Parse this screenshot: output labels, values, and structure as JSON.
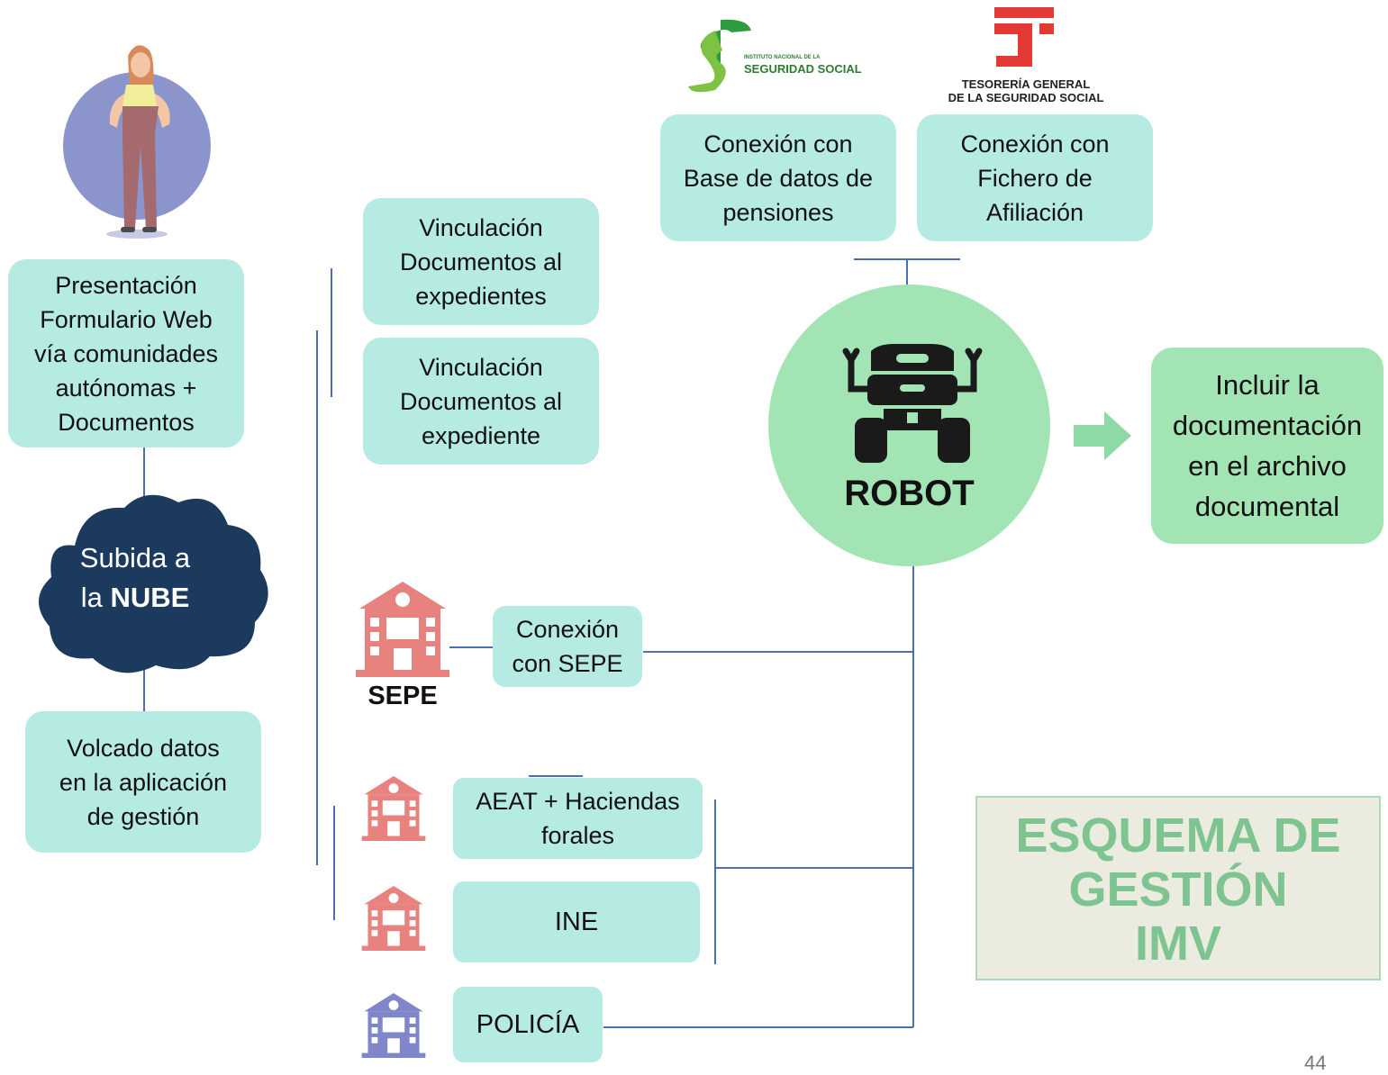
{
  "nodes": {
    "presentacion": "Presentación\nFormulario Web\nvía comunidades\nautónomas +\nDocumentos",
    "nube_prefix": "Subida a\nla ",
    "nube_bold": "NUBE",
    "volcado": "Volcado datos\nen la aplicación\nde gestión",
    "vinculacion_1": "Vinculación\nDocumentos al\nexpedientes",
    "vinculacion_2": "Vinculación\nDocumentos al\nexpediente",
    "pensiones": "Conexión con\nBase de datos de\npensiones",
    "afiliacion": "Conexión con\nFichero de\nAfiliación",
    "robot": "ROBOT",
    "incluir": "Incluir la\ndocumentación\nen el archivo\ndocumental",
    "sepe_conexion": "Conexión\ncon SEPE",
    "sepe_label": "SEPE",
    "aeat": "AEAT + Haciendas\nforales",
    "ine": "INE",
    "policia": "POLICÍA"
  },
  "logos": {
    "inss_small": "INSTITUTO NACIONAL DE LA",
    "inss_big": "SEGURIDAD SOCIAL",
    "tgss_line1": "TESORERÍA GENERAL",
    "tgss_line2": "DE LA SEGURIDAD SOCIAL"
  },
  "title": {
    "line1": "ESQUEMA DE",
    "line2": "GESTIÓN",
    "line3": "IMV"
  },
  "page_number": "44",
  "colors": {
    "box": "#b6ebe4",
    "robot": "#a3e4b5",
    "cloud": "#1c3a5e",
    "connector": "#4a6fb5",
    "building_red": "#e8827f",
    "building_blue": "#7f86c9",
    "title_text": "#7dc491",
    "title_bg": "#ebebe0"
  }
}
